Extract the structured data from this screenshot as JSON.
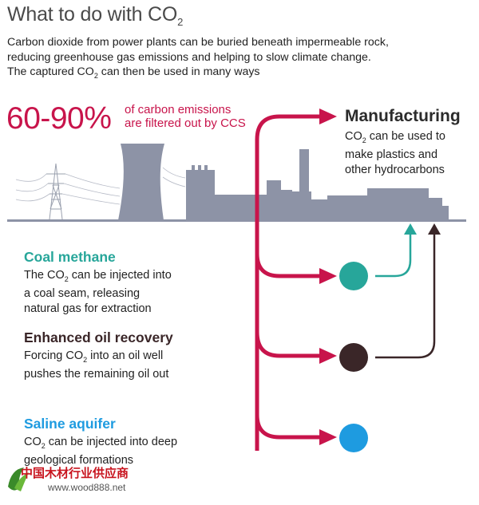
{
  "title": {
    "main": "What to do with CO",
    "sub": "2"
  },
  "intro": {
    "line1": "Carbon dioxide from power plants can be buried beneath impermeable rock,",
    "line2": "reducing greenhouse gas emissions and helping to slow climate change.",
    "line3_a": "The captured CO",
    "line3_sub": "2",
    "line3_b": " can then be used in many ways"
  },
  "stat": {
    "value": "60-90%",
    "label_line1": "of carbon emissions",
    "label_line2": "are filtered out by CCS"
  },
  "manufacturing": {
    "title": "Manufacturing",
    "desc_a": "CO",
    "desc_sub": "2",
    "desc_b": " can be used to",
    "desc_line2": "make plastics and",
    "desc_line3": "other hydrocarbons"
  },
  "coal_methane": {
    "title": "Coal methane",
    "desc_a": "The CO",
    "desc_sub": "2",
    "desc_b": " can be injected into",
    "desc_line2": "a coal seam, releasing",
    "desc_line3": "natural gas for extraction"
  },
  "oil_recovery": {
    "title": "Enhanced oil recovery",
    "desc_a": "Forcing CO",
    "desc_sub": "2",
    "desc_b": " into an oil well",
    "desc_line2": "pushes the remaining oil out"
  },
  "saline": {
    "title": "Saline aquifer",
    "desc_a": "CO",
    "desc_sub": "2",
    "desc_b": " can be injected into deep",
    "desc_line2": "geological formations"
  },
  "watermark": {
    "cn": "中国木材行业供应商",
    "url": "www.wood888.net"
  },
  "colors": {
    "red": "#c8144b",
    "teal": "#27a69a",
    "dark_brown": "#3a2628",
    "blue": "#1e9be0",
    "skyline": "#8d93a6"
  }
}
